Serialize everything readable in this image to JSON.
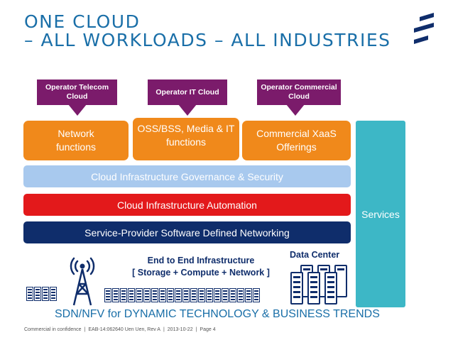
{
  "title": {
    "line1": "One cloud",
    "line2": "– all workloads – all industries"
  },
  "clouds": [
    {
      "label": "Operator Telecom Cloud"
    },
    {
      "label": "Operator IT Cloud"
    },
    {
      "label": "Operator Commercial Cloud"
    }
  ],
  "functions": [
    {
      "label": "Network functions"
    },
    {
      "label": "OSS/BSS, Media & IT functions"
    },
    {
      "label": "Commercial XaaS Offerings"
    }
  ],
  "layers": {
    "governance": "Cloud Infrastructure Governance & Security",
    "automation": "Cloud Infrastructure Automation",
    "sdn": "Service-Provider Software Defined Networking"
  },
  "services": "Services",
  "infrastructure": {
    "line1": "End to End Infrastructure",
    "line2": "[ Storage + Compute + Network ]"
  },
  "data_center": "Data Center",
  "tagline": "SDN/NFV for DYNAMIC TECHNOLOGY & BUSINESS TRENDS",
  "footer": {
    "confidentiality": "Commercial in confidence",
    "doc_id": "EAB-14:062640 Uen Uen, Rev A",
    "date": "2013-10-22",
    "page": "Page 4"
  },
  "colors": {
    "title": "#1a6fa8",
    "cloud_label": "#7b1b6b",
    "function_box": "#f0891b",
    "governance_bar": "#a8c9ee",
    "automation_bar": "#e3191b",
    "sdn_bar": "#0f2d6b",
    "services": "#3db7c6",
    "logo": "#0f2d6b"
  },
  "icons": [
    "ericsson-logo",
    "antenna-tower-icon",
    "server-rack-icon",
    "data-center-icon"
  ]
}
